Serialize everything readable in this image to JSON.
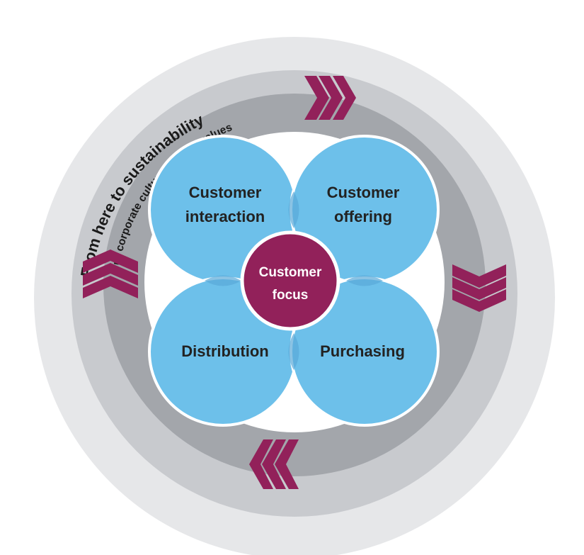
{
  "outer_ring_text": "From here to sustainability",
  "inner_ring_text": "Our corporate culture and our values",
  "center": {
    "line1": "Customer",
    "line2": "focus"
  },
  "petals": [
    {
      "line1": "Customer",
      "line2": "interaction"
    },
    {
      "line1": "Customer",
      "line2": "offering"
    },
    {
      "line1": "Distribution",
      "line2": ""
    },
    {
      "line1": "Purchasing",
      "line2": ""
    }
  ],
  "colors": {
    "outer_ring": "#e6e7e9",
    "middle_ring": "#c8cace",
    "inner_ring": "#a3a6ab",
    "petal_fill": "#6dc0ea",
    "petal_overlap": "#5aa9d9",
    "center_fill": "#92215a",
    "chevron": "#92215a"
  },
  "icons": {
    "chevrons": [
      "chevron-right-icon",
      "chevron-down-icon",
      "chevron-left-icon",
      "chevron-up-icon"
    ]
  }
}
